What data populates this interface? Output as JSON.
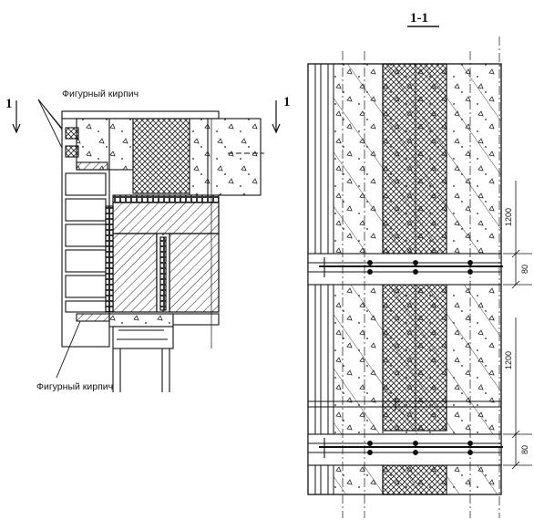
{
  "section_title": "1-1",
  "section_marks": {
    "left": "1",
    "right": "1"
  },
  "labels": {
    "shaped_brick_top": "Фигурный кирпич",
    "shaped_brick_bottom": "Фигурный кирпич"
  },
  "dimensions": {
    "upper_panel": "1200",
    "upper_joint": "80",
    "lower_panel": "1200",
    "lower_joint": "80"
  }
}
